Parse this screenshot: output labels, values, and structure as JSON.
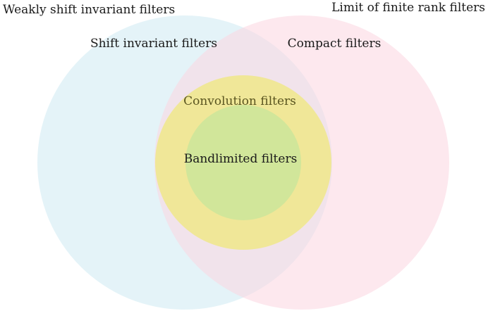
{
  "labels": {
    "weakly_shift_invariant": "Weakly shift invariant filters",
    "limit_finite_rank": "Limit of finite rank filters",
    "shift_invariant": "Shift invariant filters",
    "compact": "Compact filters",
    "convolution": "Convolution filters",
    "bandlimited": "Bandlimited filters"
  },
  "colors": {
    "weakly_shift_invariant_fill": "#cdeaf2",
    "compact_fill": "#fcd6e0",
    "convolution_fill": "#f0e88a",
    "bandlimited_fill": "#cfe69a"
  }
}
